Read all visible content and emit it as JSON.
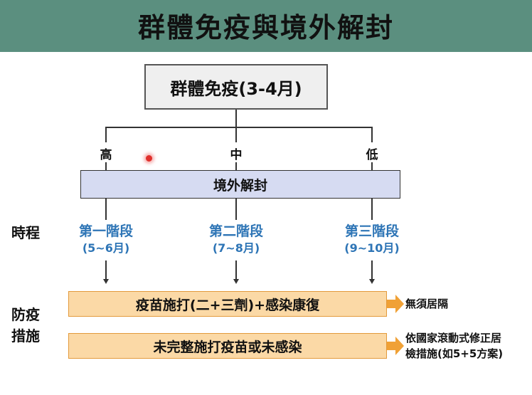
{
  "header": {
    "title": "群體免疫與境外解封"
  },
  "top_box": {
    "label": "群體免疫(3-4月)"
  },
  "levels": [
    "高",
    "中",
    "低"
  ],
  "border_box": {
    "label": "境外解封"
  },
  "timeline_label": "時程",
  "phases": [
    {
      "name": "第一階段",
      "months": "(5~6月)"
    },
    {
      "name": "第二階段",
      "months": "(7~8月)"
    },
    {
      "name": "第三階段",
      "months": "(9~10月)"
    }
  ],
  "measures_label": {
    "line1": "防疫",
    "line2": "措施"
  },
  "measures": [
    {
      "label": "疫苗施打(二+三劑)+感染康復",
      "result_line1": "無須居隔",
      "result_line2": ""
    },
    {
      "label": "未完整施打疫苗或未感染",
      "result_line1": "依國家滾動式修正居",
      "result_line2": "檢措施(如5+5方案)"
    }
  ],
  "colors": {
    "header": "#5b8f7f",
    "border_box": "#d6dbf2",
    "measure_bar": "#fbd9a6",
    "arrow": "#f0a136",
    "phase_text": "#2e75b6"
  }
}
